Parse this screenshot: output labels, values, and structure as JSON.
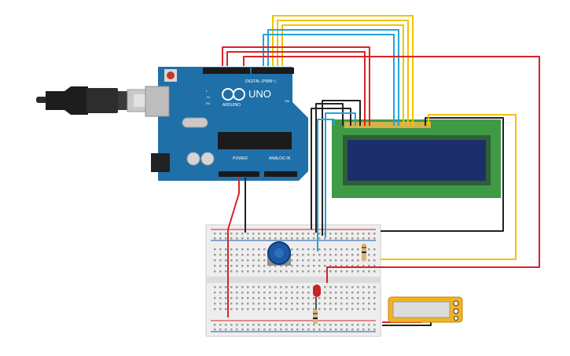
{
  "arduino": {
    "brand_label": "UNO",
    "logo_word": "ARDUINO",
    "digital_header": "DIGITAL (PWM~)",
    "power_header": "POWER",
    "analog_header": "ANALOG IN",
    "tx_label": "TX",
    "rx_label": "RX",
    "on_label": "ON",
    "l_label": "L"
  },
  "colors": {
    "board": "#1f6fa8",
    "board_dark": "#175a8a",
    "wire_red": "#d8232a",
    "wire_black": "#222222",
    "wire_yellow": "#f2c200",
    "wire_blue": "#23a3dc",
    "lcd_pcb": "#3f9a45",
    "lcd_screen": "#1d2f6b",
    "breadboard": "#eeeeee",
    "pot_knob": "#1d5aa6",
    "led_red": "#c9232b",
    "meter_body": "#f3b321"
  },
  "icons": [
    "usb-cable-icon",
    "arduino-infinity-logo-icon",
    "reset-button-icon"
  ]
}
